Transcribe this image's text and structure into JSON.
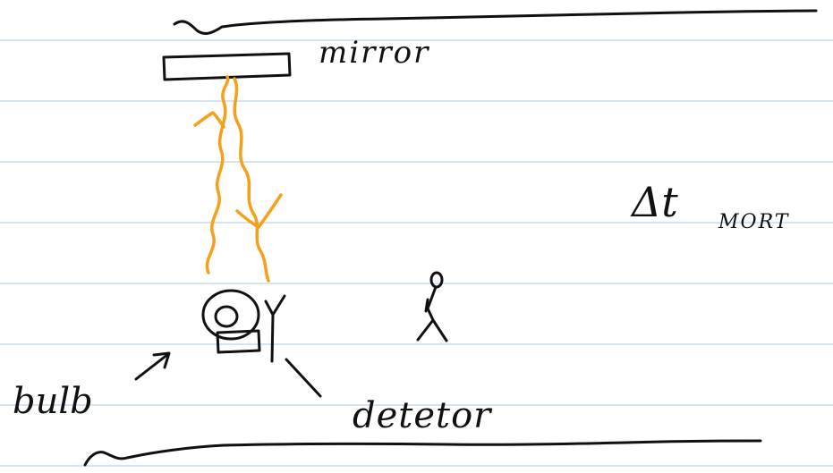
{
  "diagram": {
    "labels": {
      "mirror": "mirror",
      "bulb": "bulb",
      "detector": "detetor",
      "delta_t_symbol": "Δt",
      "delta_t_subscript": "MORT"
    },
    "colors": {
      "background": "#ffffff",
      "ruled_line": "#a9c8e4",
      "ink": "#111111",
      "light_ray": "#f5a01a"
    },
    "icons": {
      "stick_figure": "stick-figure-icon",
      "bulb": "light-bulb-icon",
      "detector": "detector-icon"
    }
  }
}
